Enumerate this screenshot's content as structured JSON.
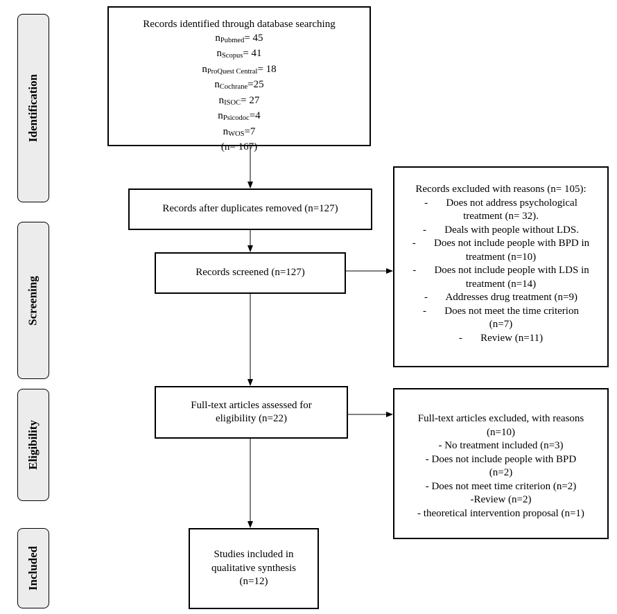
{
  "phases": [
    "Identification",
    "Screening",
    "Eligibility",
    "Included"
  ],
  "identification": {
    "title": "Records identified through database searching",
    "sources": [
      {
        "name": "Pubmed",
        "value": "= 45"
      },
      {
        "name": "Scopus",
        "value": "= 41"
      },
      {
        "name": "ProQuest Central",
        "value": "= 18"
      },
      {
        "name": "Cochrane",
        "value": "=25"
      },
      {
        "name": "ISOC",
        "value": "= 27"
      },
      {
        "name": "Psicodoc",
        "value": "=4"
      },
      {
        "name": "WOS",
        "value": "=7"
      }
    ],
    "n_prefix": "n",
    "total": "(n= 167)"
  },
  "duplicates_removed": "Records after duplicates removed (n=127)",
  "screened": "Records screened (n=127)",
  "fulltext": "Full-text articles assessed for eligibility (n=22)",
  "included": {
    "lines": [
      "Studies included in",
      "qualitative synthesis",
      "(n=12)"
    ]
  },
  "excluded_records": {
    "lines": [
      "Records excluded with reasons (n= 105):",
      "-       Does not address psychological",
      "treatment (n= 32).",
      "-       Deals with people without LDS.",
      "-       Does not include people with BPD in",
      "treatment (n=10)",
      "-       Does not include people with LDS in",
      "treatment (n=14)",
      "-       Addresses drug treatment (n=9)",
      "-       Does not meet the time criterion",
      "(n=7)",
      "-       Review (n=11)"
    ]
  },
  "excluded_fulltext": {
    "lines": [
      "Full-text articles excluded, with reasons",
      "(n=10)",
      "- No treatment included (n=3)",
      "- Does not include people with BPD",
      "(n=2)",
      "- Does not meet time criterion (n=2)",
      "-Review (n=2)",
      "- theoretical intervention proposal (n=1)"
    ]
  }
}
